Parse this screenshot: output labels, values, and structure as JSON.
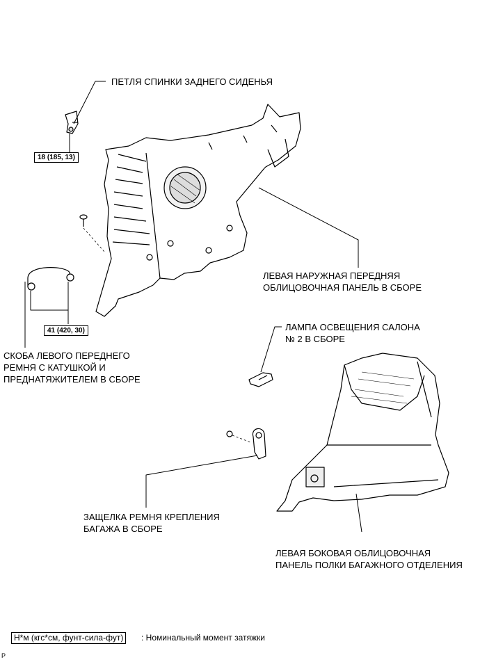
{
  "labels": {
    "seatback_hinge": "ПЕТЛЯ СПИНКИ ЗАДНЕГО СИДЕНЬЯ",
    "front_panel": "ЛЕВАЯ НАРУЖНАЯ ПЕРЕДНЯЯ\nОБЛИЦОВОЧНАЯ ПАНЕЛЬ В СБОРЕ",
    "room_lamp": "ЛАМПА ОСВЕЩЕНИЯ САЛОНА\n№ 2 В СБОРЕ",
    "belt_bracket": "СКОБА ЛЕВОГО ПЕРЕДНЕГО\nРЕМНЯ С КАТУШКОЙ И\nПРЕДНАТЯЖИТЕЛЕМ В СБОРЕ",
    "luggage_hook": "ЗАЩЕЛКА РЕМНЯ КРЕПЛЕНИЯ\nБАГАЖА В СБОРЕ",
    "deck_trim": "ЛЕВАЯ БОКОВАЯ ОБЛИЦОВОЧНАЯ\nПАНЕЛЬ ПОЛКИ БАГАЖНОГО ОТДЕЛЕНИЯ"
  },
  "torques": {
    "hinge": "18 (185, 13)",
    "bracket": "41 (420, 30)"
  },
  "legend": {
    "unit": "Н*м (кгс*см, фунт-сила-фут)",
    "description": ": Номинальный момент затяжки"
  },
  "corner_mark": "P"
}
